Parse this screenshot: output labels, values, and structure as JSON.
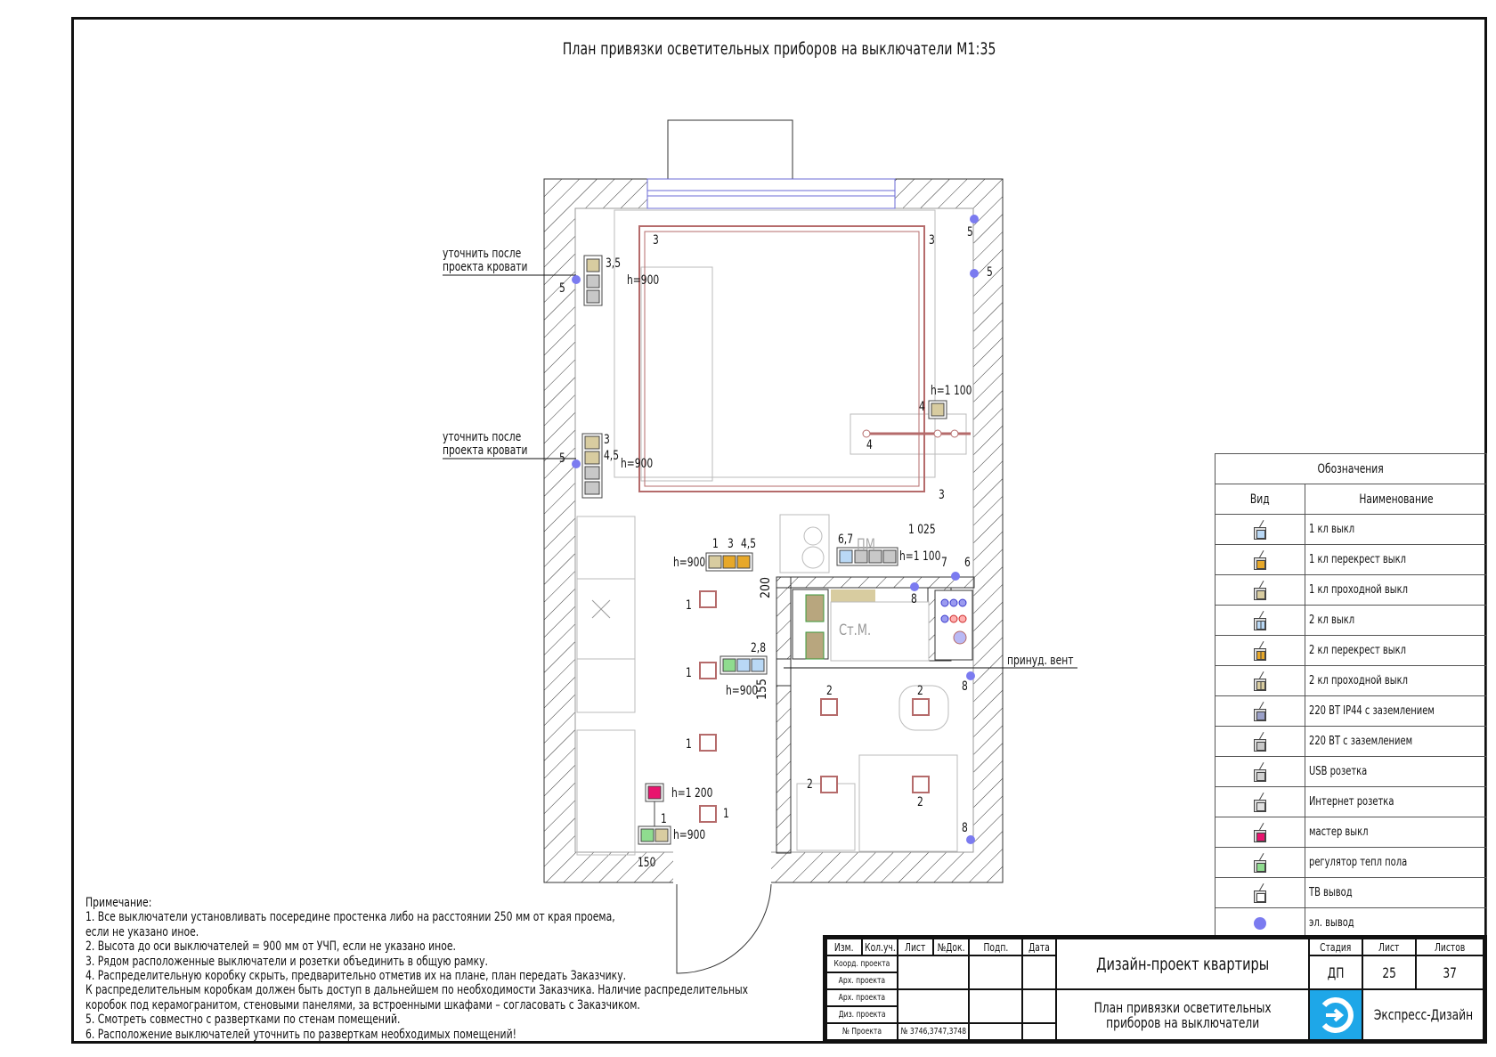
{
  "drawing_title": "План привязки осветительных приборов на выключатели М1:35",
  "plan_annotations": {
    "callout_1": [
      "уточнить после",
      "проекта кровати"
    ],
    "callout_2": [
      "уточнить после",
      "проекта кровати"
    ],
    "vent_label": "принуд. вент",
    "washer_label": "Ст.М.",
    "dishwasher_label": "ПМ",
    "heights": {
      "h900_a": "h=900",
      "h900_b": "h=900",
      "h900_c": "h=900",
      "h900_d": "h=900",
      "h900_e": "h=900",
      "h1100_a": "h=1 100",
      "h1100_b": "h=1 100",
      "h1200": "h=1 200"
    },
    "dimensions": {
      "d1025": "1 025",
      "d200": "200",
      "d155": "155",
      "d150": "150"
    },
    "group_labels": {
      "g35": "3,5",
      "g3": "3",
      "g45": "4,5",
      "g1": "1",
      "g3b": "3",
      "g45b": "4,5",
      "g67": "6,7",
      "g28": "2,8",
      "g1b": "1",
      "g4": "4"
    },
    "light_numbers": {
      "l3a": "3",
      "l3b": "3",
      "l3c": "3",
      "l4": "4",
      "l5a": "5",
      "l5b": "5",
      "l5c": "5",
      "l5d": "5",
      "l1a": "1",
      "l1b": "1",
      "l1c": "1",
      "l1d": "1",
      "l2a": "2",
      "l2b": "2",
      "l2c": "2",
      "l2d": "2",
      "l6": "6",
      "l7": "7",
      "l8a": "8",
      "l8b": "8",
      "l8c": "8"
    }
  },
  "legend": {
    "title": "Обозначения",
    "col_view": "Вид",
    "col_name": "Наименование",
    "items": [
      {
        "icon": "switch-1-icon",
        "name": "1 кл выкл",
        "color": "#b9d8f5",
        "split": false
      },
      {
        "icon": "switch-1-cross-icon",
        "name": "1 кл перекрест выкл",
        "color": "#e7a82a",
        "split": false
      },
      {
        "icon": "switch-1-pass-icon",
        "name": "1 кл проходной выкл",
        "color": "#d8cca0",
        "split": false
      },
      {
        "icon": "switch-2-icon",
        "name": "2 кл выкл",
        "color": "#b9d8f5",
        "split": true
      },
      {
        "icon": "switch-2-cross-icon",
        "name": "2 кл перекрест выкл",
        "color": "#e7a82a",
        "split": true
      },
      {
        "icon": "switch-2-pass-icon",
        "name": "2 кл проходной выкл",
        "color": "#d8cca0",
        "split": true
      },
      {
        "icon": "socket-ip44-icon",
        "name": "220 ВТ IP44 с заземлением",
        "color": "#9aa0c8",
        "split": false
      },
      {
        "icon": "socket-220-icon",
        "name": "220 ВТ с заземлением",
        "color": "#c8c8c8",
        "split": false
      },
      {
        "icon": "usb-socket-icon",
        "name": "USB розетка",
        "color": "#d0d0d0",
        "split": false
      },
      {
        "icon": "internet-socket-icon",
        "name": "Интернет розетка",
        "color": "#e0e0e0",
        "split": false
      },
      {
        "icon": "master-switch-icon",
        "name": "мастер выкл",
        "color": "#e8146e",
        "split": false
      },
      {
        "icon": "floor-heating-regulator-icon",
        "name": "регулятор тепл пола",
        "color": "#8fdc8f",
        "split": false
      },
      {
        "icon": "tv-outlet-icon",
        "name": "ТВ вывод",
        "color": "#ffffff",
        "split": false
      },
      {
        "icon": "electric-outlet-dot-icon",
        "name": "эл. вывод",
        "color": "#7b7bf0",
        "split": false
      }
    ]
  },
  "notes": {
    "heading": "Примечание:",
    "lines": [
      "1. Все выключатели установливать посередине простенка либо на расстоянии 250 мм от края проема,",
      "если не указано иное.",
      "2. Высота до оси выключателей = 900 мм от УЧП, если не указано иное.",
      "3. Рядом расположенные выключатели и розетки объединить в общую рамку.",
      "4. Распределительную коробку скрыть, предварительно отметив их на плане, план передать Заказчику.",
      "К распределительным коробкам должен быть доступ в дальнейшем по необходимости Заказчика. Наличие распределительных",
      "коробок под керамогранитом, стеновыми панелями, за встроенными шкафами – согласовать с Заказчиком.",
      "5. Смотреть совместно с развертками по стенам помещений.",
      "6. Расположение выключателей уточнить по разверткам необходимых помещений!"
    ]
  },
  "title_block": {
    "header": [
      "Изм.",
      "Кол.уч.",
      "Лист",
      "№Док.",
      "Подп.",
      "Дата"
    ],
    "roles": [
      "Коорд. проекта",
      "Арх. проекта",
      "Арх. проекта",
      "Диз. проекта",
      "№ Проекта"
    ],
    "project_number": "№ 3746,3747,3748",
    "project_name": "Дизайн-проект квартиры",
    "sheet_title_1": "План привязки осветительных",
    "sheet_title_2": "приборов на выключатели",
    "stage_label": "Стадия",
    "sheet_label": "Лист",
    "sheets_label": "Листов",
    "stage": "ДП",
    "sheet": "25",
    "sheets": "37",
    "company": "Экспресс-Дизайн",
    "logo_color": "#1ea7e8"
  }
}
